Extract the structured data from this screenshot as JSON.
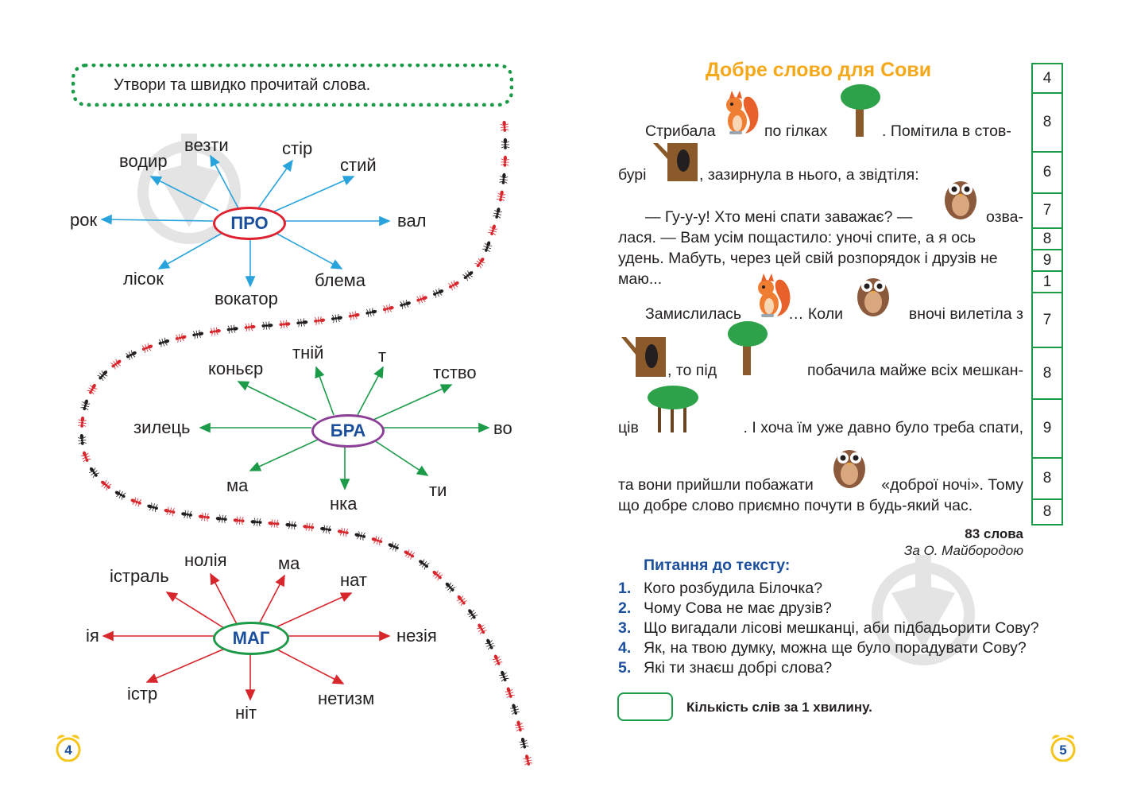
{
  "left_page": {
    "instruction": "Утвори та швидко прочитай слова.",
    "clusters": [
      {
        "center": "ПРО",
        "color": "#e0212f",
        "arrow_color": "#29a3dc",
        "words": [
          "водир",
          "везти",
          "стір",
          "стий",
          "рок",
          "вал",
          "лісок",
          "вокатор",
          "блема"
        ]
      },
      {
        "center": "БРА",
        "color": "#8c3f97",
        "arrow_color": "#1b9a48",
        "words": [
          "коньєр",
          "тній",
          "т",
          "тство",
          "зилець",
          "во",
          "ма",
          "нка",
          "ти"
        ]
      },
      {
        "center": "МАГ",
        "color": "#1b9a48",
        "arrow_color": "#d7262c",
        "words": [
          "істраль",
          "нолія",
          "ма",
          "нат",
          "ія",
          "незія",
          "істр",
          "ніт",
          "нетизм"
        ]
      }
    ],
    "page_number": "4"
  },
  "right_page": {
    "title": "Добре слово для Сови",
    "lines": [
      {
        "a": "Стрибала",
        "b": "по гілках",
        "c": ". Помітила в стов-"
      },
      {
        "a": "бурі",
        "b": ", зазирнула в нього, а звідтіля:"
      },
      {
        "a": "— Гу-у-у! Хто мені спати заважає? —",
        "b": "озва-"
      },
      {
        "a": "лася. — Вам усім пощастило: уночі спите, а я ось"
      },
      {
        "a": "удень. Мабуть, через цей свій розпорядок і друзів не"
      },
      {
        "a": "маю..."
      },
      {
        "a": "Замислилась",
        "b": "… Коли",
        "c": "вночі вилетіла з"
      },
      {
        "a": ", то під",
        "b": "побачила майже всіх мешкан-"
      },
      {
        "a": "ців",
        "b": ". І хоча їм уже давно було треба спати,"
      },
      {
        "a": "та вони прийшли побажати",
        "b": "«доброї ночі». Тому"
      },
      {
        "a": "що добре слово приємно почути в будь-який час."
      }
    ],
    "word_counts": [
      "4",
      "8",
      "6",
      "7",
      "8",
      "9",
      "1",
      "7",
      "8",
      "9",
      "8",
      "8"
    ],
    "total_words": "83 слова",
    "author": "За О. Майбородою",
    "questions_title": "Питання до тексту:",
    "questions": [
      {
        "n": "1.",
        "text": "Кого розбудила Білочка?"
      },
      {
        "n": "2.",
        "text": "Чому Сова не має друзів?"
      },
      {
        "n": "3.",
        "text": "Що вигадали лісові мешканці, аби підбадьорити Сову?"
      },
      {
        "n": "4.",
        "text": "Як, на твою думку, можна ще було порадувати Сову?"
      },
      {
        "n": "5.",
        "text": "Які ти знаєш добрі слова?"
      }
    ],
    "words_per_minute_label": "Кількість слів за 1 хвилину.",
    "page_number": "5"
  },
  "colors": {
    "green": "#1b9a48",
    "title_orange": "#f5a81a",
    "question_blue": "#1b4f9c"
  },
  "icons": [
    "squirrel-icon",
    "tree-icon",
    "hollow-trunk-icon",
    "owl-icon",
    "forest-icon",
    "alarm-clock-icon",
    "ant-icon",
    "watermark-shovel-icon"
  ]
}
